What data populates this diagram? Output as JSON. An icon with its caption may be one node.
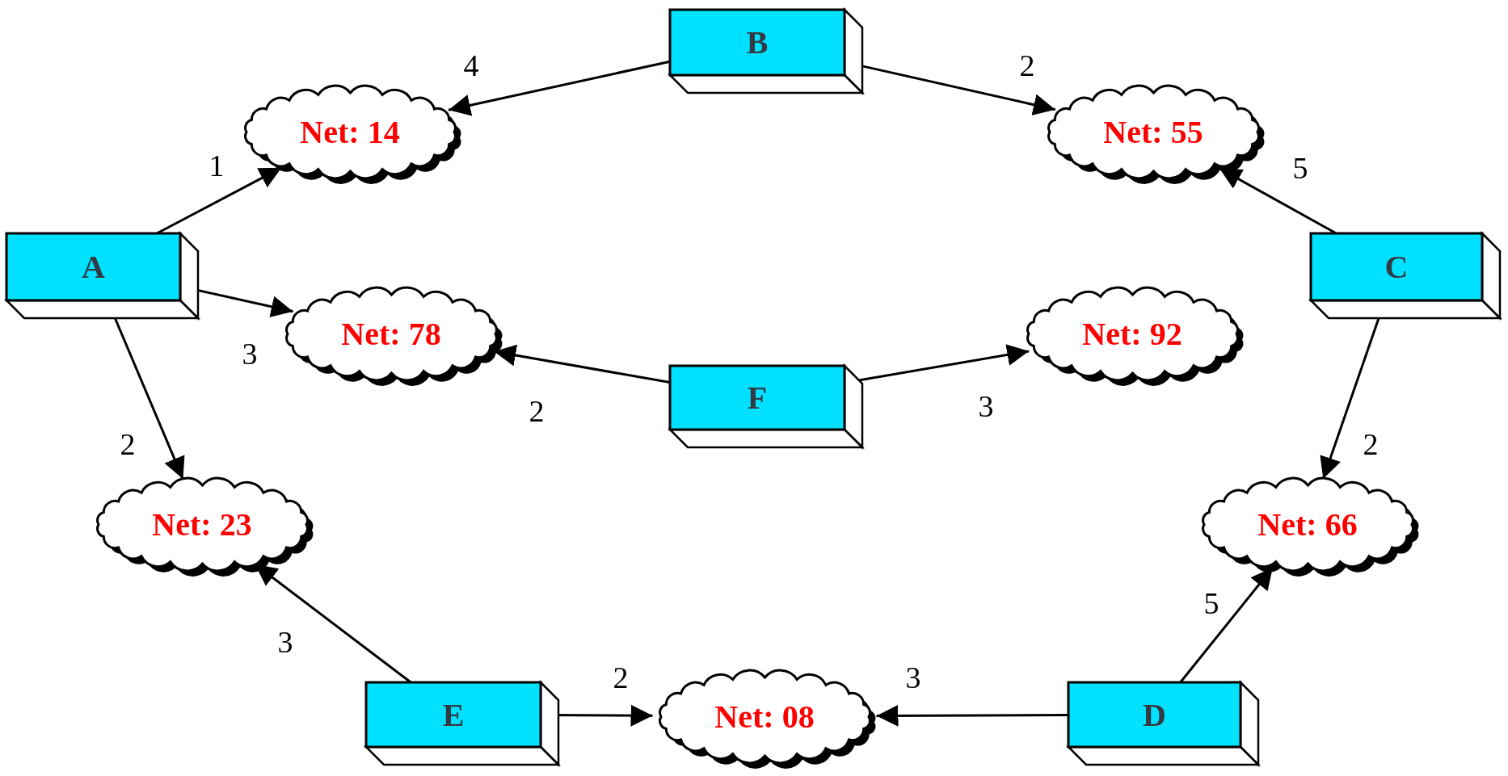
{
  "diagram": {
    "nodes": [
      {
        "text": [
          "B"
        ]
      },
      {
        "text": [
          "Net: 14"
        ]
      },
      {
        "text": [
          "Net: 55"
        ]
      },
      {
        "text": [
          "A"
        ]
      },
      {
        "text": [
          "C"
        ]
      },
      {
        "text": [
          "Net: 78"
        ]
      },
      {
        "text": [
          "Net: 92"
        ]
      },
      {
        "text": [
          "F"
        ]
      },
      {
        "text": [
          "Net: 23"
        ]
      },
      {
        "text": [
          "Net: 66"
        ]
      },
      {
        "text": [
          "E"
        ]
      },
      {
        "text": [
          "Net: 08"
        ]
      },
      {
        "text": [
          "D"
        ]
      }
    ],
    "edges": [
      {
        "from": 0,
        "to": 1,
        "arrow": "to",
        "label": "4"
      },
      {
        "from": 0,
        "to": 2,
        "arrow": "to",
        "label": "2"
      },
      {
        "from": 3,
        "to": 1,
        "arrow": "to",
        "label": "1"
      },
      {
        "from": 3,
        "to": 5,
        "arrow": "to",
        "label": "3"
      },
      {
        "from": 3,
        "to": 8,
        "arrow": "to",
        "label": "2"
      },
      {
        "from": 4,
        "to": 2,
        "arrow": "to",
        "label": "5"
      },
      {
        "from": 4,
        "to": 9,
        "arrow": "to",
        "label": "2"
      },
      {
        "from": 7,
        "to": 5,
        "arrow": "to",
        "label": "2"
      },
      {
        "from": 7,
        "to": 6,
        "arrow": "to",
        "label": "3"
      },
      {
        "from": 10,
        "to": 8,
        "arrow": "to",
        "label": "3"
      },
      {
        "from": 10,
        "to": 11,
        "arrow": "to",
        "label": "2"
      },
      {
        "from": 12,
        "to": 11,
        "arrow": "to",
        "label": "3"
      },
      {
        "from": 12,
        "to": 9,
        "arrow": "to",
        "label": "5"
      }
    ]
  }
}
